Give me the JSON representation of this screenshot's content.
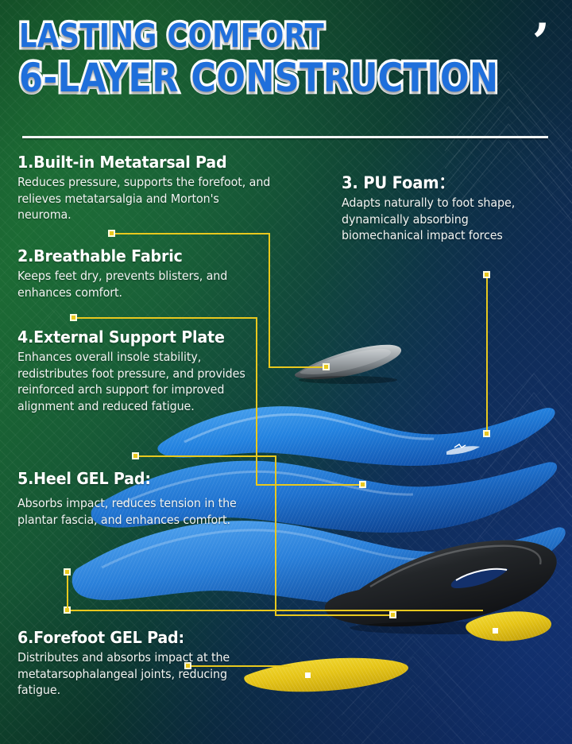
{
  "header": {
    "title_line1": "LASTING COMFORT",
    "title_line2": "6-LAYER CONSTRUCTION",
    "quote_glyph": "’",
    "title_color": "#1f6fdb",
    "title_outline_color": "#ffffff",
    "divider_color": "#f2f5f4"
  },
  "theme": {
    "accent_yellow": "#e8c81e",
    "background_green": "#19612f",
    "background_navy": "#13306b",
    "text_white": "#ffffff",
    "gel_yellow": "#e8c81e",
    "foam_blue": "#1f7ad6",
    "plate_black": "#1c1c20",
    "met_pad_grey": "#9aa0a3"
  },
  "features": [
    {
      "id": "metatarsal-pad",
      "heading": "1.Built-in Metatarsal Pad",
      "body": "Reduces pressure, supports the forefoot, and relieves metatarsalgia and Morton's neuroma."
    },
    {
      "id": "breathable-fabric",
      "heading": "2.Breathable Fabric",
      "body": "Keeps feet dry, prevents blisters, and enhances comfort."
    },
    {
      "id": "pu-foam",
      "heading": "3. PU Foam：",
      "body": "Adapts naturally to foot shape, dynamically absorbing biomechanical impact forces"
    },
    {
      "id": "external-support-plate",
      "heading": "4.External Support Plate",
      "body": "Enhances overall insole stability, redistributes foot pressure, and provides reinforced arch support for improved alignment and reduced fatigue."
    },
    {
      "id": "heel-gel-pad",
      "heading": "5.Heel GEL Pad:",
      "body": "Absorbs impact, reduces tension in the plantar fascia, and enhances comfort."
    },
    {
      "id": "forefoot-gel-pad",
      "heading": "6.Forefoot GEL Pad:",
      "body": "Distributes and absorbs impact at the metatarsophalangeal joints, reducing fatigue."
    }
  ],
  "layers": [
    {
      "id": "metatarsal-pad-art",
      "label": "metatarsal pad"
    },
    {
      "id": "breathable-fabric-art",
      "label": "breathable fabric top layer"
    },
    {
      "id": "pu-foam-art",
      "label": "PU foam layer"
    },
    {
      "id": "support-plate-art",
      "label": "external support plate"
    },
    {
      "id": "heel-gel-art",
      "label": "heel gel pad"
    },
    {
      "id": "forefoot-gel-art",
      "label": "forefoot gel pad"
    }
  ]
}
